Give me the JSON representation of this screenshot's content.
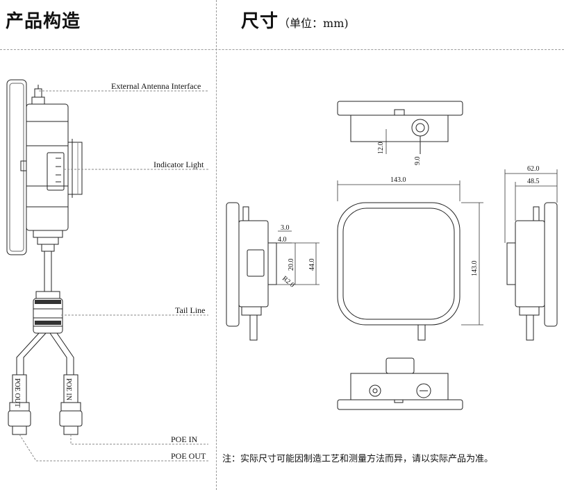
{
  "headings": {
    "structure": "产品构造",
    "dimensions": "尺寸",
    "unit": "（单位：mm)"
  },
  "callouts": {
    "antenna": "External Antenna Interface",
    "indicator": "Indicator Light",
    "tail": "Tail Line",
    "poe_in": "POE IN",
    "poe_out": "POE OUT",
    "poe_out_connector": "POE OUT",
    "poe_in_connector": "POE IN"
  },
  "dimensions": {
    "top_12": "12.0",
    "top_9": "9.0",
    "width": "143.0",
    "height": "143.0",
    "depth_62": "62.0",
    "depth_48": "48.5",
    "side_3": "3.0",
    "side_4": "4.0",
    "side_20": "20.0",
    "side_44": "44.0",
    "side_r": "R2.0"
  },
  "note": "注：实际尺寸可能因制造工艺和测量方法而异，请以实际产品为准。"
}
